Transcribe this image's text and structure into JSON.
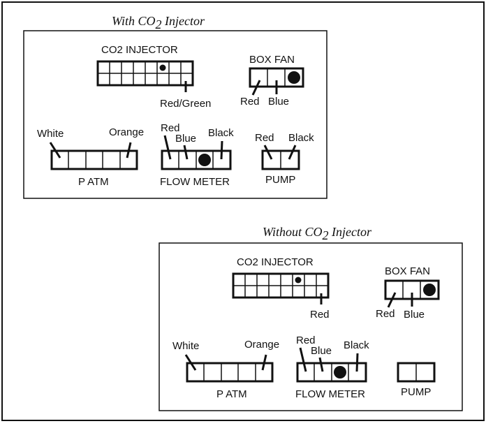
{
  "panels": [
    {
      "title_pre": "With CO",
      "title_sub": "2",
      "title_post": " Injector",
      "co2_label": "CO2 INJECTOR",
      "co2_wire": "Red/Green",
      "fan_label": "BOX FAN",
      "fan_wire_red": "Red",
      "fan_wire_blue": "Blue",
      "patm_label": "P ATM",
      "patm_wire_white": "White",
      "patm_wire_orange": "Orange",
      "flow_label": "FLOW METER",
      "flow_wire_red": "Red",
      "flow_wire_blue": "Blue",
      "flow_wire_black": "Black",
      "pump_label": "PUMP",
      "pump_wire_red": "Red",
      "pump_wire_black": "Black"
    },
    {
      "title_pre": "Without CO",
      "title_sub": "2",
      "title_post": " Injector",
      "co2_label": "CO2 INJECTOR",
      "co2_wire": "Red",
      "fan_label": "BOX FAN",
      "fan_wire_red": "Red",
      "fan_wire_blue": "Blue",
      "patm_label": "P ATM",
      "patm_wire_white": "White",
      "patm_wire_orange": "Orange",
      "flow_label": "FLOW METER",
      "flow_wire_red": "Red",
      "flow_wire_blue": "Blue",
      "flow_wire_black": "Black",
      "pump_label": "PUMP"
    }
  ]
}
